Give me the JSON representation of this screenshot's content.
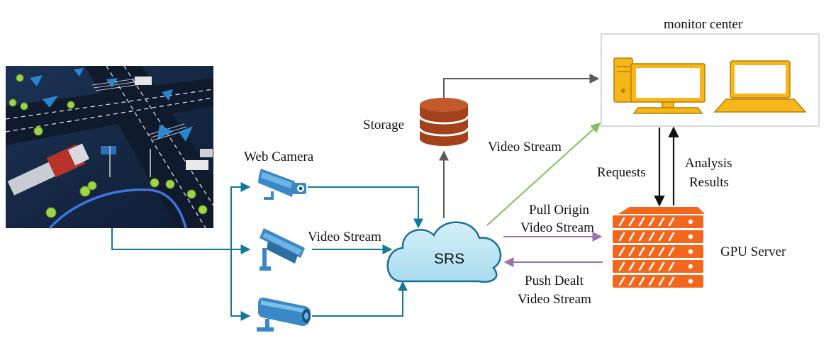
{
  "labels": {
    "monitor_center": "monitor center",
    "storage": "Storage",
    "web_camera": "Web Camera",
    "video_stream_cameras": "Video Stream",
    "video_stream_monitor": "Video Stream",
    "srs": "SRS",
    "requests": "Requests",
    "analysis_results_line1": "Analysis",
    "analysis_results_line2": "Results",
    "pull_origin_line1": "Pull Origin",
    "pull_origin_line2": "Video Stream",
    "push_dealt_line1": "Push Dealt",
    "push_dealt_line2": "Video Stream",
    "gpu_server": "GPU Server"
  },
  "colors": {
    "camera_links": "#137a96",
    "srs_to_storage": "#5a5a5a",
    "srs_to_monitor": "#7fbf5a",
    "pull_push": "#9b72b0",
    "requests_results": "#111111",
    "cloud_fill": "#bfe6f4",
    "cloud_stroke": "#1e6f94",
    "storage_fill": "#a3411a",
    "server_fill": "#f4661b",
    "monitor_fill": "#f7b719",
    "camera_blue": "#3b88c6"
  },
  "icons": [
    "traffic-scene-image",
    "web-camera-icon",
    "box-camera-icon",
    "dome-camera-icon",
    "storage-database-icon",
    "srs-cloud-icon",
    "desktop-pc-icon",
    "laptop-icon",
    "gpu-server-icon"
  ]
}
